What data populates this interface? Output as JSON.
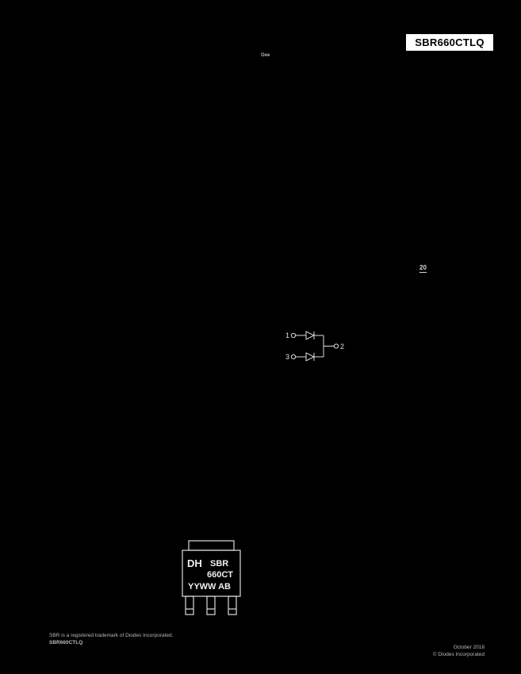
{
  "page": {
    "bg_color": "#000000"
  },
  "header": {
    "part_number_box": "SBR660CTLQ",
    "top_center_note": "Gee"
  },
  "side_note": "20",
  "schematic": {
    "pin_1": "1",
    "pin_2": "2",
    "pin_3": "3"
  },
  "package_marking": {
    "logo": "DH",
    "line1": "SBR",
    "line2": "660CT",
    "line3": "YYWW AB"
  },
  "footer": {
    "trademark": "SBR is a registered trademark of Diodes Incorporated.",
    "part_number": "SBR660CTLQ",
    "date": "October 2018",
    "copyright": "© Diodes Incorporated"
  }
}
